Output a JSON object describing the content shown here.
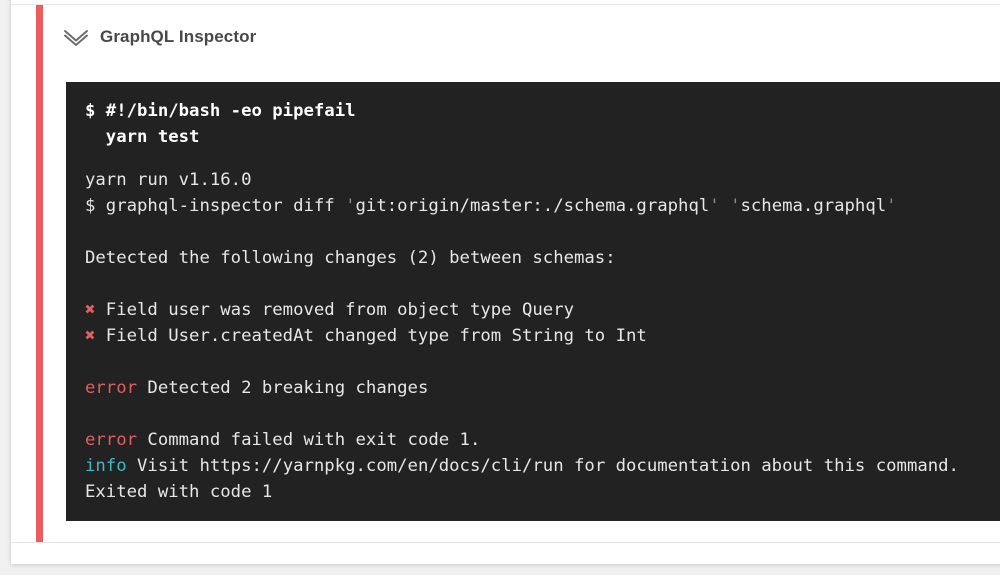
{
  "step": {
    "title": "GraphQL Inspector",
    "status": "failed",
    "icon": "chevron-down-outline-icon"
  },
  "colors": {
    "status_accent": "#ec5c5c",
    "terminal_background": "#222222",
    "terminal_text": "#e6e6e6",
    "terminal_error": "#e25f5f",
    "terminal_info": "#3fb9c6",
    "page_background": "#f0f0f0"
  },
  "terminal": {
    "command_lines": [
      [
        {
          "text": "$ #!/bin/bash -eo pipefail"
        }
      ],
      [
        {
          "text": "  yarn test"
        }
      ]
    ],
    "output_lines": [
      [
        {
          "text": "yarn run v1.16.0"
        }
      ],
      [
        {
          "text": "$ graphql-inspector diff "
        },
        {
          "text": "'",
          "style": "dim"
        },
        {
          "text": "git:origin/master:./schema.graphql"
        },
        {
          "text": "'",
          "style": "dim"
        },
        {
          "text": " "
        },
        {
          "text": "'",
          "style": "dim"
        },
        {
          "text": "schema.graphql"
        },
        {
          "text": "'",
          "style": "dim"
        }
      ],
      [
        {
          "text": ""
        }
      ],
      [
        {
          "text": "Detected the following changes (2) between schemas:"
        }
      ],
      [
        {
          "text": ""
        }
      ],
      [
        {
          "text": "✖",
          "style": "red"
        },
        {
          "text": " Field user was removed from object type Query"
        }
      ],
      [
        {
          "text": "✖",
          "style": "red"
        },
        {
          "text": " Field User.createdAt changed type from String to Int"
        }
      ],
      [
        {
          "text": ""
        }
      ],
      [
        {
          "text": "error",
          "style": "red"
        },
        {
          "text": " Detected 2 breaking changes"
        }
      ],
      [
        {
          "text": ""
        }
      ],
      [
        {
          "text": "error",
          "style": "red"
        },
        {
          "text": " Command failed with exit code 1."
        }
      ],
      [
        {
          "text": "info",
          "style": "cyan"
        },
        {
          "text": " Visit https://yarnpkg.com/en/docs/cli/run for documentation about this command."
        }
      ],
      [
        {
          "text": "Exited with code 1"
        }
      ]
    ]
  }
}
